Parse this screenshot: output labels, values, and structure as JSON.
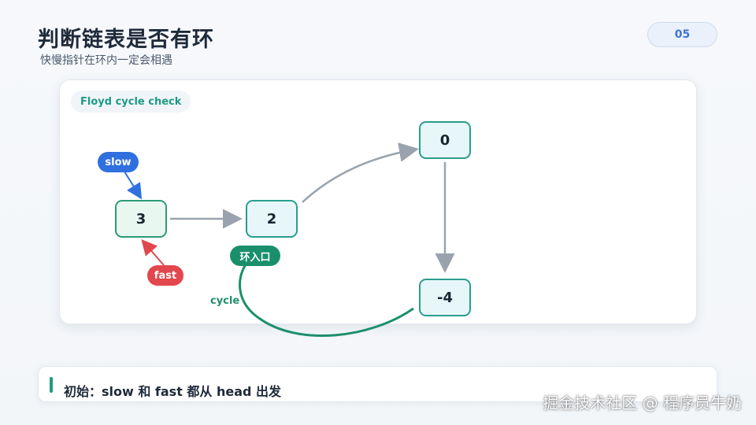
{
  "header": {
    "title": "判断链表是否有环",
    "subtitle": "快慢指针在环内一定会相遇",
    "page_number": "05"
  },
  "diagram": {
    "tag": "Floyd cycle check",
    "nodes": [
      {
        "id": "n3",
        "value": "3"
      },
      {
        "id": "n2",
        "value": "2"
      },
      {
        "id": "n0",
        "value": "0"
      },
      {
        "id": "n-4",
        "value": "-4"
      }
    ],
    "edges": [
      {
        "from": "n3",
        "to": "n2"
      },
      {
        "from": "n2",
        "to": "n0"
      },
      {
        "from": "n0",
        "to": "n-4"
      },
      {
        "from": "n-4",
        "to": "n2",
        "label": "cycle"
      }
    ],
    "pointers": {
      "slow": "slow",
      "fast": "fast"
    },
    "cycle_entry_label": "环入口",
    "cycle_label": "cycle",
    "colors": {
      "slow": "#2f6fe0",
      "fast": "#e2474d",
      "cycle": "#1a8f6c",
      "node_border": "#2a9d8f",
      "edge": "#9aa3ad"
    }
  },
  "footer": {
    "step_text": "初始：slow 和 fast 都从 head 出发"
  },
  "watermark": "掘金技术社区 @ 程序员牛奶"
}
